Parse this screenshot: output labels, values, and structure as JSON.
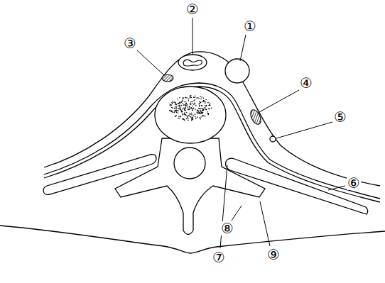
{
  "diagram": {
    "labels": [
      "①",
      "②",
      "③",
      "④",
      "⑤",
      "⑥",
      "⑦",
      "⑧",
      "⑨"
    ]
  }
}
